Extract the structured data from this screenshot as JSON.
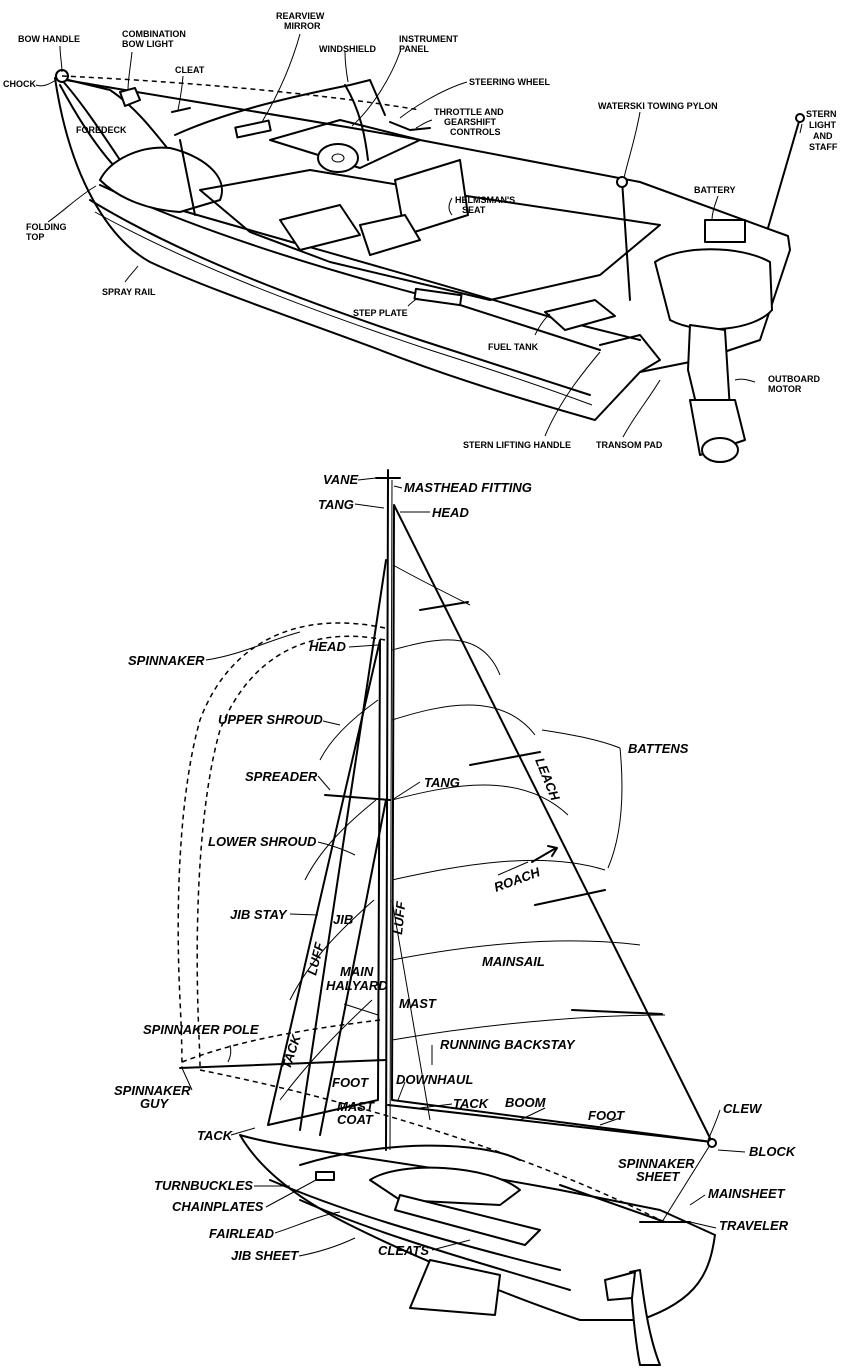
{
  "motorboat": {
    "labels": {
      "bow_handle": "BOW HANDLE",
      "combination_bow_light_1": "COMBINATION",
      "combination_bow_light_2": "BOW LIGHT",
      "rearview_mirror_1": "REARVIEW",
      "rearview_mirror_2": "MIRROR",
      "windshield": "WINDSHIELD",
      "instrument_panel_1": "INSTRUMENT",
      "instrument_panel_2": "PANEL",
      "chock": "CHOCK",
      "cleat": "CLEAT",
      "steering_wheel": "STEERING WHEEL",
      "throttle_1": "THROTTLE AND",
      "throttle_2": "GEARSHIFT",
      "throttle_3": "CONTROLS",
      "waterski_pylon": "WATERSKI TOWING PYLON",
      "stern_light_1": "STERN",
      "stern_light_2": "LIGHT",
      "stern_light_3": "AND",
      "stern_light_4": "STAFF",
      "foredeck": "FOREDECK",
      "helmsmans_seat_1": "HELMSMAN'S",
      "helmsmans_seat_2": "SEAT",
      "battery": "BATTERY",
      "folding_top_1": "FOLDING",
      "folding_top_2": "TOP",
      "spray_rail": "SPRAY RAIL",
      "step_plate": "STEP PLATE",
      "fuel_tank": "FUEL TANK",
      "outboard_motor_1": "OUTBOARD",
      "outboard_motor_2": "MOTOR",
      "stern_lifting_handle": "STERN LIFTING HANDLE",
      "transom_pad": "TRANSOM PAD"
    }
  },
  "sailboat": {
    "labels": {
      "vane": "VANE",
      "masthead_fitting": "MASTHEAD FITTING",
      "tang_top": "TANG",
      "head_main": "HEAD",
      "spinnaker": "SPINNAKER",
      "head_jib": "HEAD",
      "upper_shroud": "UPPER SHROUD",
      "battens": "BATTENS",
      "leach": "LEACH",
      "spreader": "SPREADER",
      "tang_mid": "TANG",
      "lower_shroud": "LOWER SHROUD",
      "roach": "ROACH",
      "jib_stay": "JIB STAY",
      "jib": "JIB",
      "luff_main": "LUFF",
      "luff_jib": "LUFF",
      "mainsail": "MAINSAIL",
      "main_halyard_1": "MAIN",
      "main_halyard_2": "HALYARD",
      "mast": "MAST",
      "spinnaker_pole": "SPINNAKER POLE",
      "running_backstay": "RUNNING BACKSTAY",
      "tack_jib_luff": "TACK",
      "spinnaker_guy_1": "SPINNAKER",
      "spinnaker_guy_2": "GUY",
      "foot_jib": "FOOT",
      "downhaul": "DOWNHAUL",
      "mast_coat_1": "MAST",
      "mast_coat_2": "COAT",
      "tack_main": "TACK",
      "boom": "BOOM",
      "foot_main": "FOOT",
      "clew": "CLEW",
      "tack_left": "TACK",
      "block": "BLOCK",
      "spinnaker_sheet_1": "SPINNAKER",
      "spinnaker_sheet_2": "SHEET",
      "turnbuckles": "TURNBUCKLES",
      "mainsheet": "MAINSHEET",
      "chainplates": "CHAINPLATES",
      "fairlead": "FAIRLEAD",
      "traveler": "TRAVELER",
      "jib_sheet": "JIB SHEET",
      "cleats": "CLEATS"
    }
  }
}
